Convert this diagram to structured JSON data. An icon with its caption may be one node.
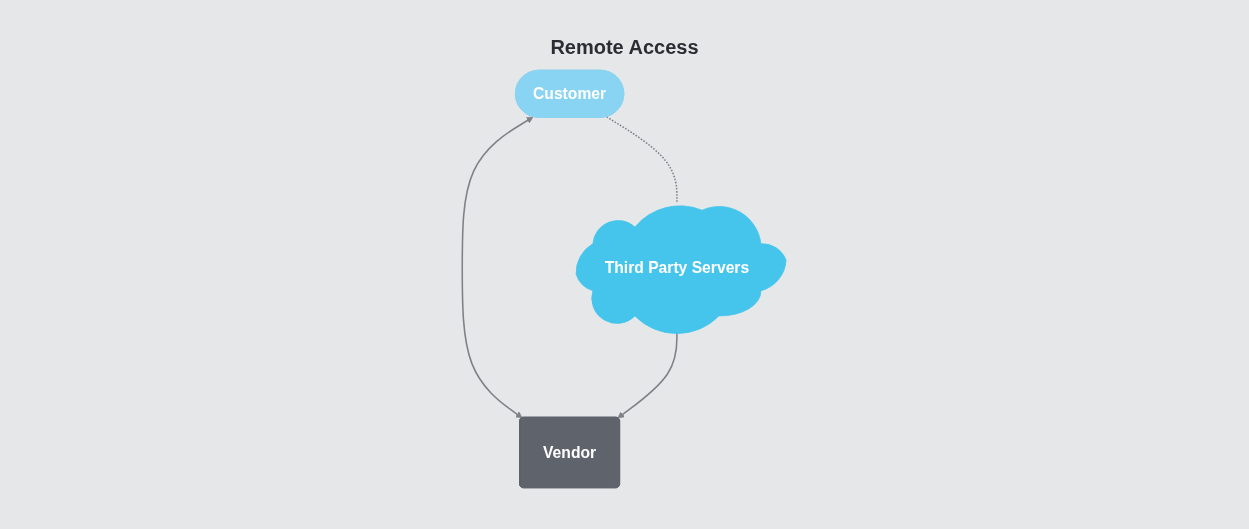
{
  "diagram": {
    "title": "Remote Access",
    "nodes": [
      {
        "text": [
          "Customer"
        ]
      },
      {
        "text": [
          "Third Party Servers"
        ]
      },
      {
        "text": [
          "Vendor"
        ]
      }
    ],
    "edges": [
      {
        "from": 0,
        "to": 1,
        "arrow": "none",
        "style": "dashed"
      },
      {
        "from": 0,
        "to": 2,
        "arrow": "both"
      },
      {
        "from": 1,
        "to": 2,
        "arrow": "to"
      }
    ]
  }
}
